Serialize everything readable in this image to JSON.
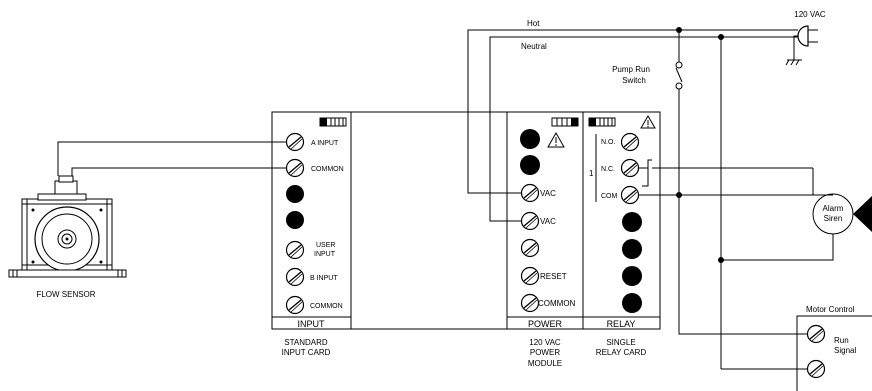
{
  "labels": {
    "hot": "Hot",
    "neutral": "Neutral",
    "vac120_top": "120 VAC",
    "pump_run_switch_1": "Pump Run",
    "pump_run_switch_2": "Switch",
    "flow_sensor": "FLOW SENSOR",
    "alarm_siren_1": "Alarm",
    "alarm_siren_2": "Siren",
    "motor_control": "Motor Control",
    "run_signal_1": "Run",
    "run_signal_2": "Signal"
  },
  "input_card": {
    "footer": "INPUT",
    "caption_1": "STANDARD",
    "caption_2": "INPUT CARD",
    "terminal_a_input": "A  INPUT",
    "terminal_common_1": "COMMON",
    "terminal_user_input_1": "USER",
    "terminal_user_input_2": "INPUT",
    "terminal_b_input": "B INPUT",
    "terminal_common_2": "COMMON"
  },
  "power_module": {
    "footer": "POWER",
    "caption_1": "120 VAC",
    "caption_2": "POWER",
    "caption_3": "MODULE",
    "terminal_vac_1": "VAC",
    "terminal_vac_2": "VAC",
    "terminal_reset": "RESET",
    "terminal_common": "COMMON"
  },
  "relay_card": {
    "footer": "RELAY",
    "caption_1": "SINGLE",
    "caption_2": "RELAY CARD",
    "relay_number": "1",
    "terminal_no": "N.O.",
    "terminal_nc": "N.C.",
    "terminal_com": "COM"
  }
}
